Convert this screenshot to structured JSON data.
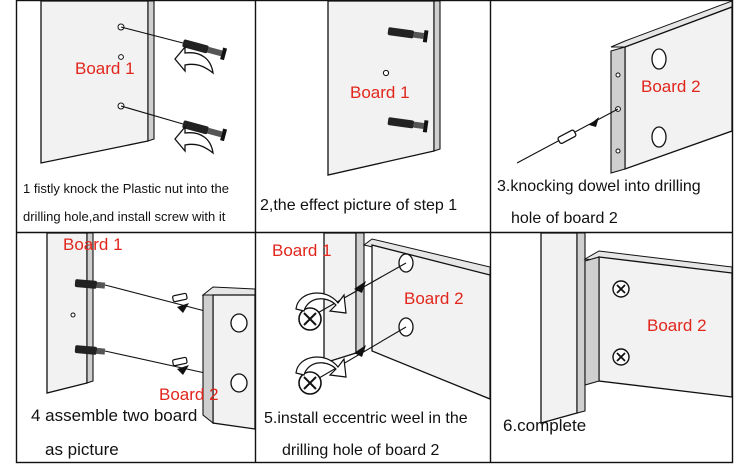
{
  "colors": {
    "label": "#e1261c",
    "line": "#111111",
    "board_front": "#f2f2f2",
    "board_side": "#cfcfcf"
  },
  "icons": {
    "dowel": "dowel-icon",
    "screw": "screw-icon",
    "eccentric": "eccentric-wheel-icon",
    "rotate_arrow": "rotate-arrow-icon",
    "hole": "hole-icon"
  },
  "steps": [
    {
      "board_labels": [
        "Board 1"
      ],
      "caption_lines": [
        "1 fistly  knock the Plastic nut into the",
        "drilling hole,and install screw with it"
      ]
    },
    {
      "board_labels": [
        "Board 1"
      ],
      "caption_lines": [
        "2,the effect picture of step 1"
      ]
    },
    {
      "board_labels": [
        "Board 2"
      ],
      "caption_lines": [
        "3.knocking dowel into drilling",
        "hole of board 2"
      ]
    },
    {
      "board_labels": [
        "Board 1",
        "Board 2"
      ],
      "caption_lines": [
        "4 assemble two board",
        "as picture"
      ]
    },
    {
      "board_labels": [
        "Board 1",
        "Board 2"
      ],
      "caption_lines": [
        "5.install eccentric weel in the",
        "drilling hole of board 2"
      ]
    },
    {
      "board_labels": [
        "Board 2"
      ],
      "caption_lines": [
        "6.complete"
      ]
    }
  ]
}
